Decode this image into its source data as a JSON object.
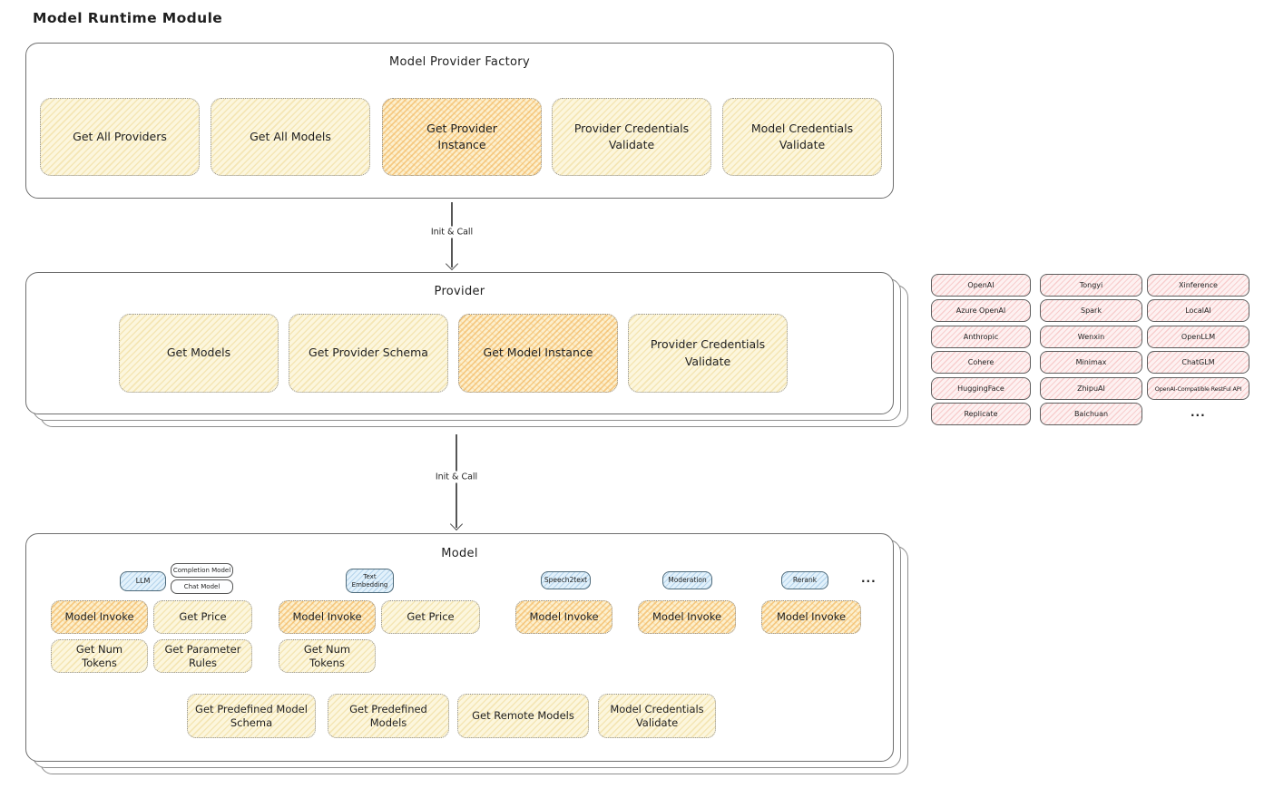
{
  "title": "Model Runtime Module",
  "colors": {
    "op_yellow_bg": "#fcf6dd",
    "op_yellow_hatch": "#eed894",
    "op_highlight_bg": "#fcefcd",
    "op_highlight_hatch": "#f3b75c",
    "type_blue_bg": "#e2f1fb",
    "provider_pink_bg": "#fdf1f1",
    "provider_pink_hatch": "#f19e9e",
    "ink": "#1f1f1f"
  },
  "arrows": {
    "factory_to_provider": "Init & Call",
    "provider_to_model": "Init & Call"
  },
  "factory": {
    "title": "Model Provider Factory",
    "items": [
      {
        "label": "Get All Providers",
        "highlight": false
      },
      {
        "label": "Get All Models",
        "highlight": false
      },
      {
        "label": "Get Provider Instance",
        "highlight": true
      },
      {
        "label": "Provider Credentials Validate",
        "highlight": false
      },
      {
        "label": "Model Credentials Validate",
        "highlight": false
      }
    ]
  },
  "provider": {
    "title": "Provider",
    "items": [
      {
        "label": "Get Models",
        "highlight": false
      },
      {
        "label": "Get Provider Schema",
        "highlight": false
      },
      {
        "label": "Get Model Instance",
        "highlight": true
      },
      {
        "label": "Provider Credentials Validate",
        "highlight": false
      }
    ]
  },
  "provider_list": {
    "column_1": [
      "OpenAI",
      "Azure OpenAI",
      "Anthropic",
      "Cohere",
      "HuggingFace",
      "Replicate"
    ],
    "column_2": [
      "Tongyi",
      "Spark",
      "Wenxin",
      "Minimax",
      "ZhipuAI",
      "Baichuan"
    ],
    "column_3": [
      "Xinference",
      "LocalAI",
      "OpenLLM",
      "ChatGLM",
      "OpenAI-Compatible RestFul API"
    ],
    "more": "..."
  },
  "model": {
    "title": "Model",
    "types": {
      "llm": "LLM",
      "completion": "Completion Model",
      "chat": "Chat Model",
      "text_embedding": "Text Embedding",
      "speech2text": "Speech2text",
      "moderation": "Moderation",
      "rerank": "Rerank",
      "more": "..."
    },
    "ops": {
      "model_invoke": "Model Invoke",
      "get_price": "Get Price",
      "get_num_tokens": "Get Num Tokens",
      "get_parameter_rules": "Get Parameter Rules",
      "get_predefined_model_schema": "Get Predefined Model Schema",
      "get_predefined_models": "Get Predefined Models",
      "get_remote_models": "Get Remote Models",
      "model_credentials_validate": "Model Credentials Validate"
    }
  }
}
